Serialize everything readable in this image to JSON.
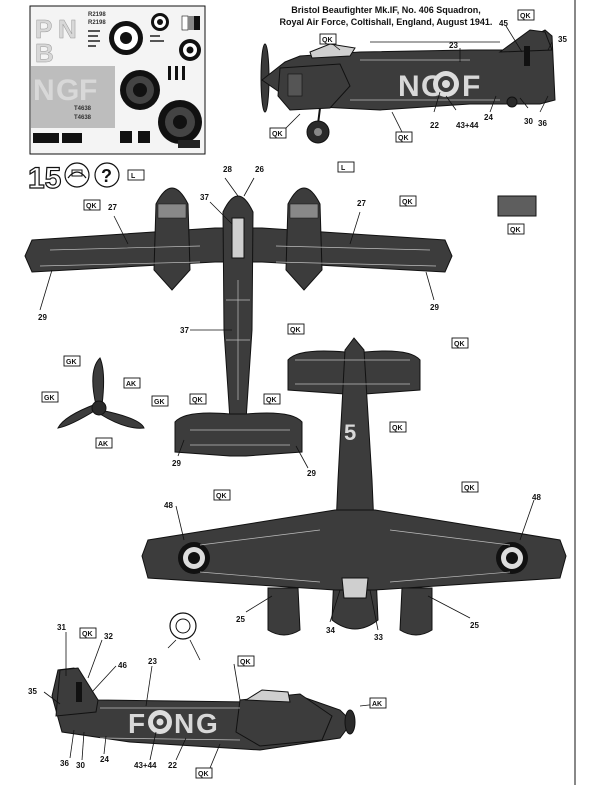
{
  "title": {
    "line1": "Bristol Beaufighter Mk.IF, No. 406 Squadron,",
    "line2": "Royal Air Force, Coltishall, England, August 1941."
  },
  "step_number": "15",
  "help_symbol": "?",
  "paint_codes": {
    "QK": "QK",
    "L": "L",
    "GK": "GK",
    "AK": "AK"
  },
  "colors": {
    "camouflage": "#3c3c3c",
    "swatch": "#5e5e5e",
    "decal_light": "#d8d8d8"
  },
  "decal_sheet": {
    "serials": [
      "R2198",
      "R2198",
      "T4638",
      "T4638"
    ],
    "letters": [
      "P",
      "N",
      "B",
      "N",
      "G",
      "F"
    ]
  },
  "markings": {
    "code_top": [
      "N",
      "G",
      "F"
    ],
    "code_bottom": [
      "F",
      "N",
      "G"
    ],
    "serial": "T4638"
  },
  "decal_numbers": {
    "n45": "45",
    "n35": "35",
    "n23": "23",
    "n22": "22",
    "n4344": "43+44",
    "n24": "24",
    "n30": "30",
    "n36": "36",
    "n28": "28",
    "n26": "26",
    "n37a": "37",
    "n27a": "27",
    "n27b": "27",
    "n29a": "29",
    "n29b": "29",
    "n37b": "37",
    "n29c": "29",
    "n29d": "29",
    "n48a": "48",
    "n48b": "48",
    "n25a": "25",
    "n25b": "25",
    "n34": "34",
    "n33": "33",
    "n31": "31",
    "n32": "32",
    "n46": "46",
    "n23b": "23",
    "n35b": "35",
    "n36b": "36",
    "n30b": "30",
    "n24b": "24",
    "n4344b": "43+44",
    "n22b": "22"
  }
}
